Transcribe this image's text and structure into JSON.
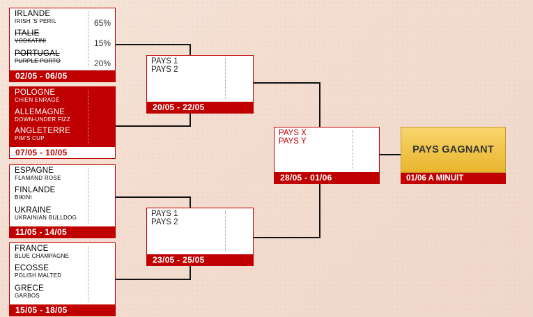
{
  "groups": [
    {
      "rows": [
        {
          "country": "IRLANDE",
          "team": "IRISH 'S PERIL",
          "pct": "65%"
        },
        {
          "country": "ITALIE",
          "team": "VODKATINI",
          "pct": "15%"
        },
        {
          "country": "PORTUGAL",
          "team": "PURPLE PORTO",
          "pct": "20%"
        }
      ],
      "date": "02/05 - 06/05"
    },
    {
      "rows": [
        {
          "country": "POLOGNE",
          "team": "CHIEN ENRAGÉ"
        },
        {
          "country": "ALLEMAGNE",
          "team": "DOWN-UNDER FIZZ"
        },
        {
          "country": "ANGLETERRE",
          "team": "PIM'S CUP"
        }
      ],
      "date": "07/05 - 10/05"
    },
    {
      "rows": [
        {
          "country": "ESPAGNE",
          "team": "FLAMAND ROSE"
        },
        {
          "country": "FINLANDE",
          "team": "BIKINI"
        },
        {
          "country": "UKRAINE",
          "team": "UKRAINIAN BULLDOG"
        }
      ],
      "date": "11/05 - 14/05"
    },
    {
      "rows": [
        {
          "country": "FRANCE",
          "team": "BLUE CHAMPAGNE"
        },
        {
          "country": "ECOSSE",
          "team": "POLISH MALTED"
        },
        {
          "country": "GRECE",
          "team": "GARBOS"
        }
      ],
      "date": "15/05 - 18/05"
    }
  ],
  "quarterfinals": [
    {
      "line1": "PAYS 1",
      "line2": "PAYS 2",
      "date": "20/05 - 22/05"
    },
    {
      "line1": "PAYS 1",
      "line2": "PAYS 2",
      "date": "23/05 - 25/05"
    }
  ],
  "semifinal": {
    "line1": "PAYS X",
    "line2": "PAYS Y",
    "date": "28/05 - 01/06"
  },
  "final": {
    "label": "PAYS GAGNANT",
    "date": "01/06 A MINUIT"
  },
  "colors": {
    "accent": "#c00000",
    "gold": "#f0c040",
    "background": "#f4e2d6"
  }
}
